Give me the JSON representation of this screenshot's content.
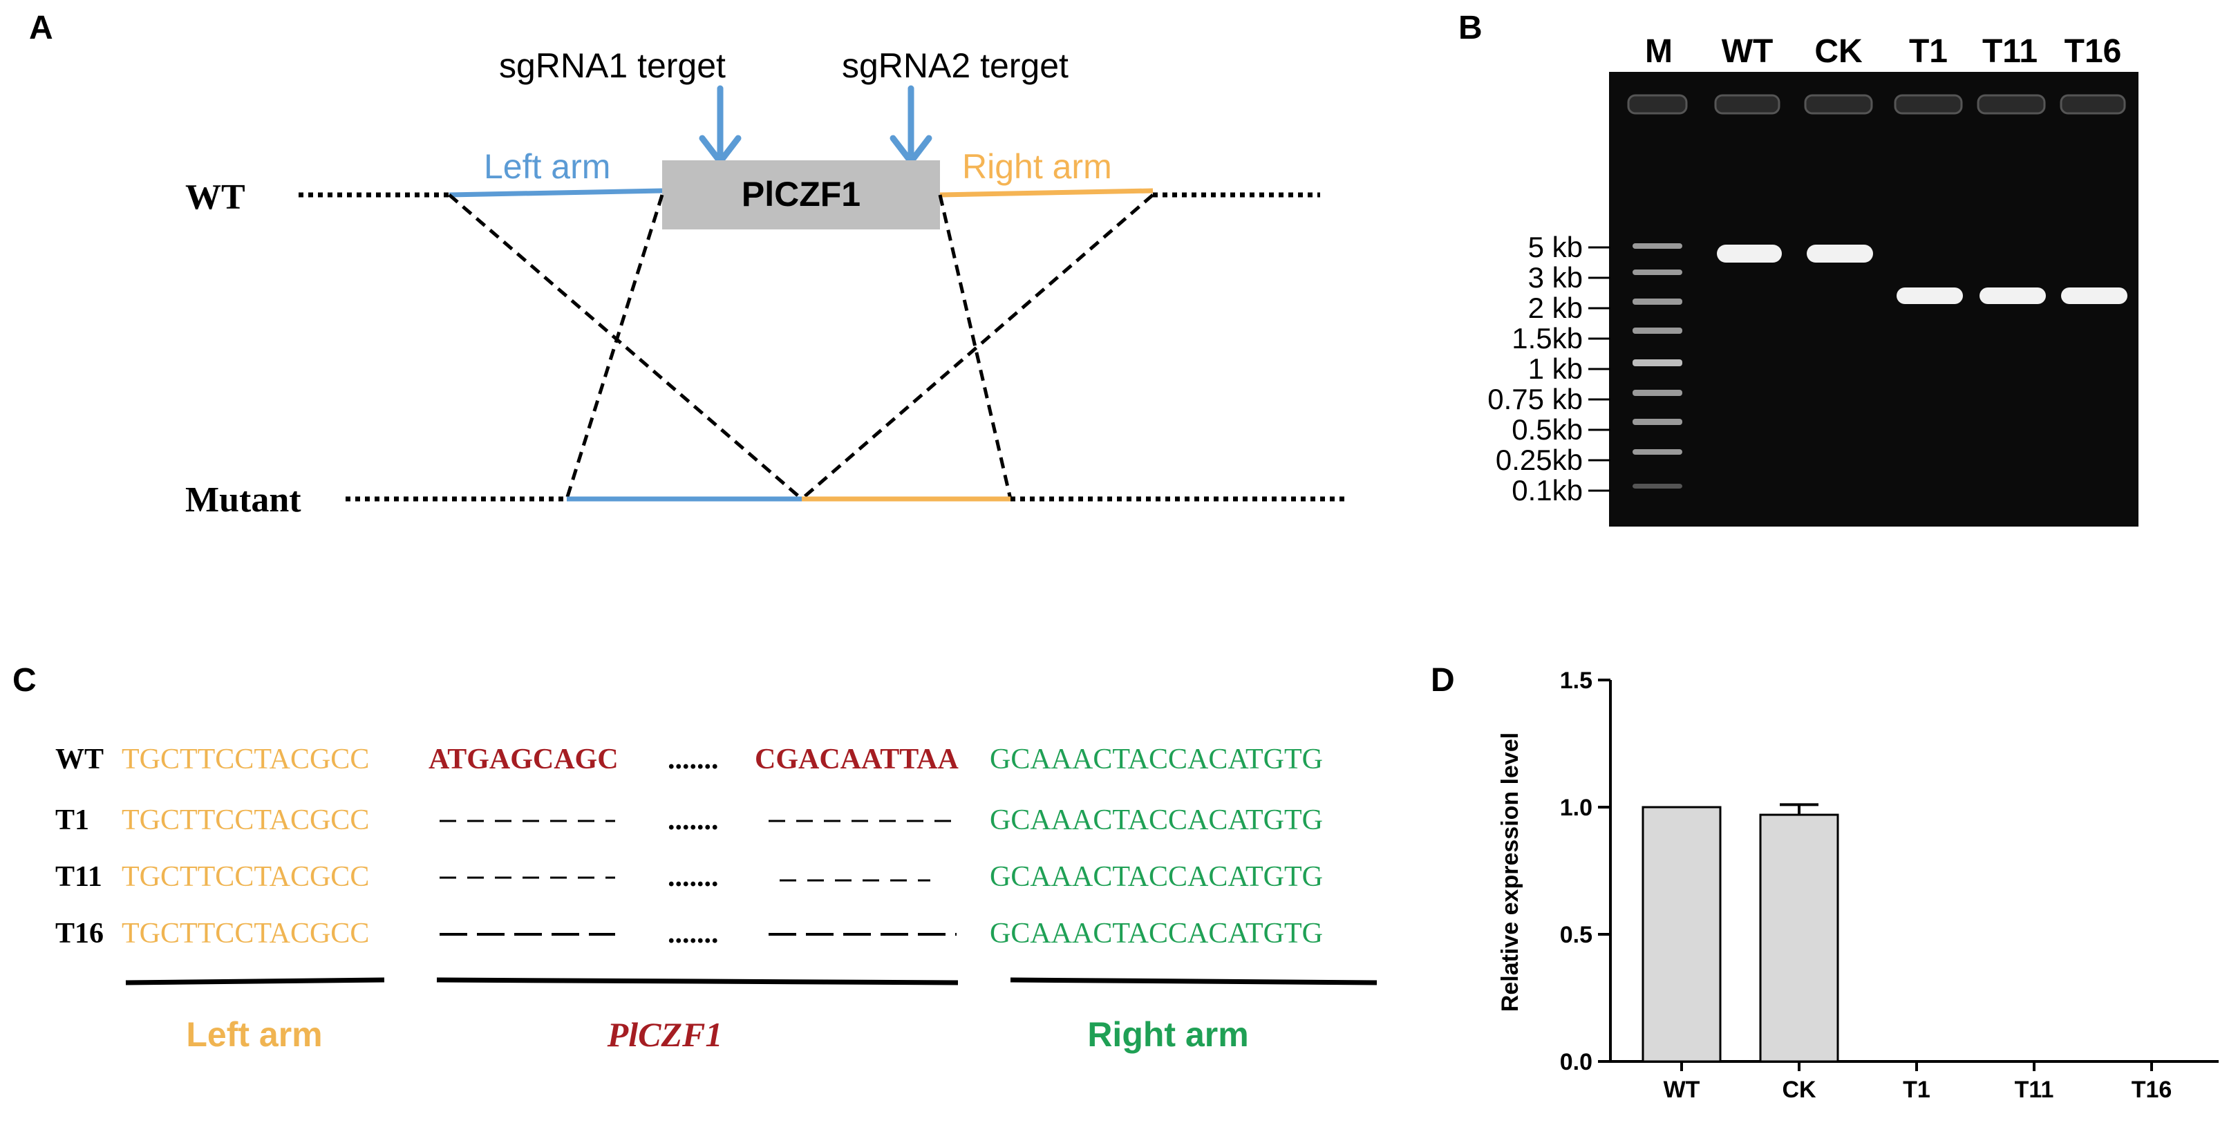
{
  "panel_a": {
    "label": "A",
    "sg1": "sgRNA1 terget",
    "sg2": "sgRNA2 terget",
    "wt": "WT",
    "mutant": "Mutant",
    "left_arm": "Left arm",
    "right_arm": "Right arm",
    "gene": "PlCZF1",
    "colors": {
      "left": "#5b9bd5",
      "right": "#f5b454",
      "gene_box": "#bfbfbf",
      "arrow": "#5b9bd5"
    }
  },
  "panel_b": {
    "label": "B",
    "lanes": [
      "M",
      "WT",
      "CK",
      "T1",
      "T11",
      "T16"
    ],
    "ladder": [
      "5 kb",
      "3 kb",
      "2 kb",
      "1.5kb",
      "1 kb",
      "0.75 kb",
      "0.5kb",
      "0.25kb",
      "0.1kb"
    ]
  },
  "panel_c": {
    "label": "C",
    "rows": [
      {
        "name": "WT",
        "left": "TGCTTCCTACGCC",
        "gene_a": "ATGAGCAGC",
        "dots": ".......",
        "gene_b": "CGACAATTAA",
        "right": "GCAAACTACCACATGTG"
      },
      {
        "name": "T1",
        "left": "TGCTTCCTACGCC",
        "gene_a": "",
        "dots": ".......",
        "gene_b": "",
        "right": "GCAAACTACCACATGTG"
      },
      {
        "name": "T11",
        "left": "TGCTTCCTACGCC",
        "gene_a": "",
        "dots": ".......",
        "gene_b": "",
        "right": "GCAAACTACCACATGTG"
      },
      {
        "name": "T16",
        "left": "TGCTTCCTACGCC",
        "gene_a": "",
        "dots": ".......",
        "gene_b": "",
        "right": "GCAAACTACCACATGTG"
      }
    ],
    "labels": {
      "left": "Left arm",
      "gene": "PlCZF1",
      "right": "Right arm"
    },
    "colors": {
      "left": "#f0b451",
      "gene": "#a51d22",
      "right": "#1fa055"
    }
  },
  "chart_data": {
    "type": "bar",
    "ylabel": "Relative expression level",
    "categories": [
      "WT",
      "CK",
      "T1",
      "T11",
      "T16"
    ],
    "values": [
      1.0,
      0.97,
      0,
      0,
      0
    ],
    "errors": [
      0,
      0.04,
      0,
      0,
      0
    ],
    "ylim": [
      0,
      1.5
    ],
    "yticks": [
      "0.0",
      "0.5",
      "1.0",
      "1.5"
    ],
    "label": "D",
    "bar_color": "#d9d9d9"
  }
}
